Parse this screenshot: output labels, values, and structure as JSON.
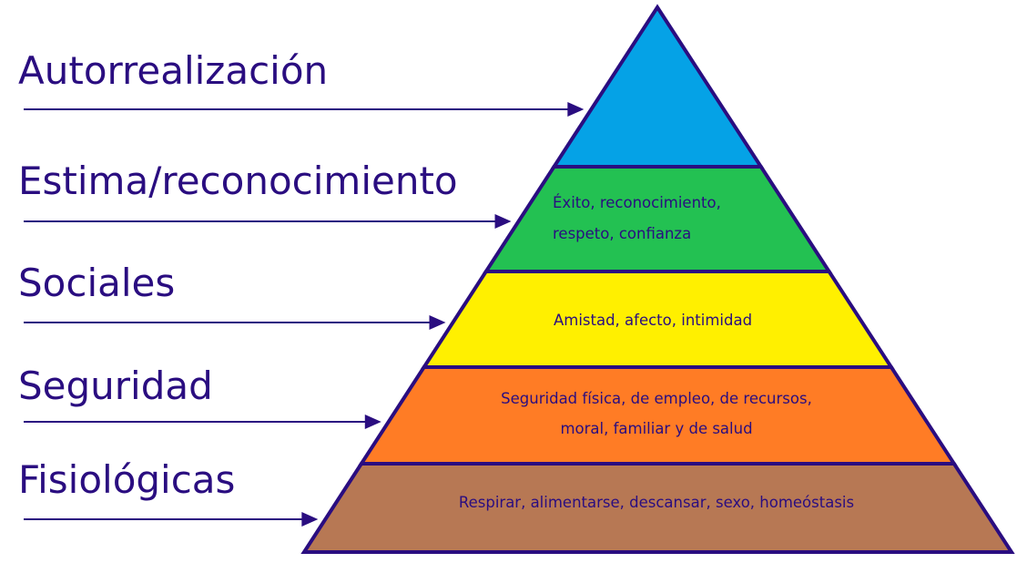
{
  "pyramid": {
    "levels": [
      {
        "title": "Autorrealización",
        "color": "#05a2e6",
        "description": []
      },
      {
        "title": "Estima/reconocimiento",
        "color": "#23c152",
        "description": [
          "Éxito, reconocimiento,",
          "respeto, confianza"
        ]
      },
      {
        "title": "Sociales",
        "color": "#fff000",
        "description": [
          "Amistad, afecto, intimidad"
        ]
      },
      {
        "title": "Seguridad",
        "color": "#ff7c25",
        "description": [
          "Seguridad física, de empleo, de recursos,",
          "moral, familiar y de salud"
        ]
      },
      {
        "title": "Fisiológicas",
        "color": "#b77854",
        "description": [
          "Respirar, alimentarse, descansar, sexo, homeóstasis"
        ]
      }
    ],
    "outline_color": "#2a0d80"
  }
}
